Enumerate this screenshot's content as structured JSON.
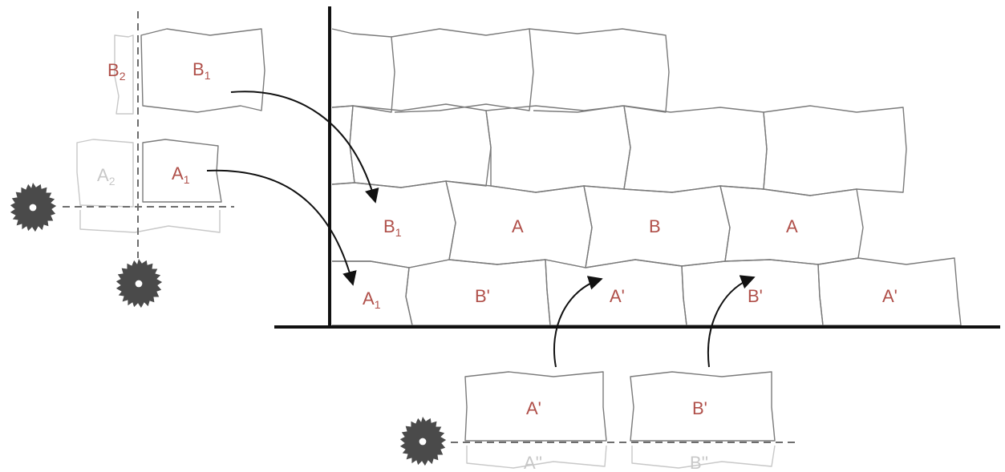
{
  "labels": {
    "cut_b2": "B",
    "cut_b2_sub": "2",
    "cut_b1": "B",
    "cut_b1_sub": "1",
    "cut_a2": "A",
    "cut_a2_sub": "2",
    "cut_a1": "A",
    "cut_a1_sub": "1",
    "wall_b1": "B",
    "wall_b1_sub": "1",
    "wall_a1": "A",
    "wall_a1_sub": "1",
    "wall_row3_a_1": "A",
    "wall_row3_b": "B",
    "wall_row3_a_2": "A",
    "wall_row4_bp_1": "B'",
    "wall_row4_ap_1": "A'",
    "wall_row4_bp_2": "B'",
    "wall_row4_ap_2": "A'",
    "bottom_ap": "A'",
    "bottom_bp": "B'",
    "bottom_app": "A''",
    "bottom_bpp": "B''"
  },
  "icons": {
    "saw_blade": "circular-saw-blade-icon",
    "arrow": "curved-arrow"
  },
  "colors": {
    "label": "#b0504a",
    "outline": "#7a7a7a",
    "ghost": "#c8c8c8",
    "cut_line": "#6e6e6e",
    "ground": "#111111",
    "saw": "#4a4a4a"
  }
}
